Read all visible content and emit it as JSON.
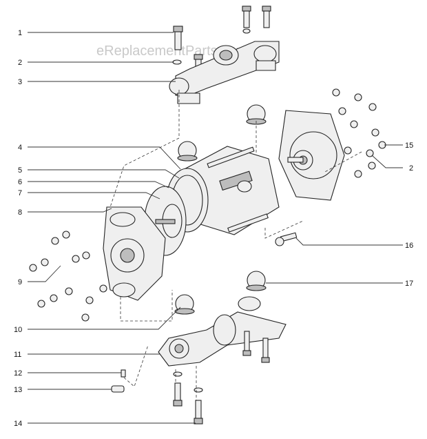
{
  "watermark": "eReplacementParts.com",
  "callouts": [
    "1",
    "2",
    "3",
    "4",
    "5",
    "6",
    "7",
    "8",
    "9",
    "10",
    "11",
    "12",
    "13",
    "14",
    "15",
    "2",
    "16",
    "17"
  ]
}
